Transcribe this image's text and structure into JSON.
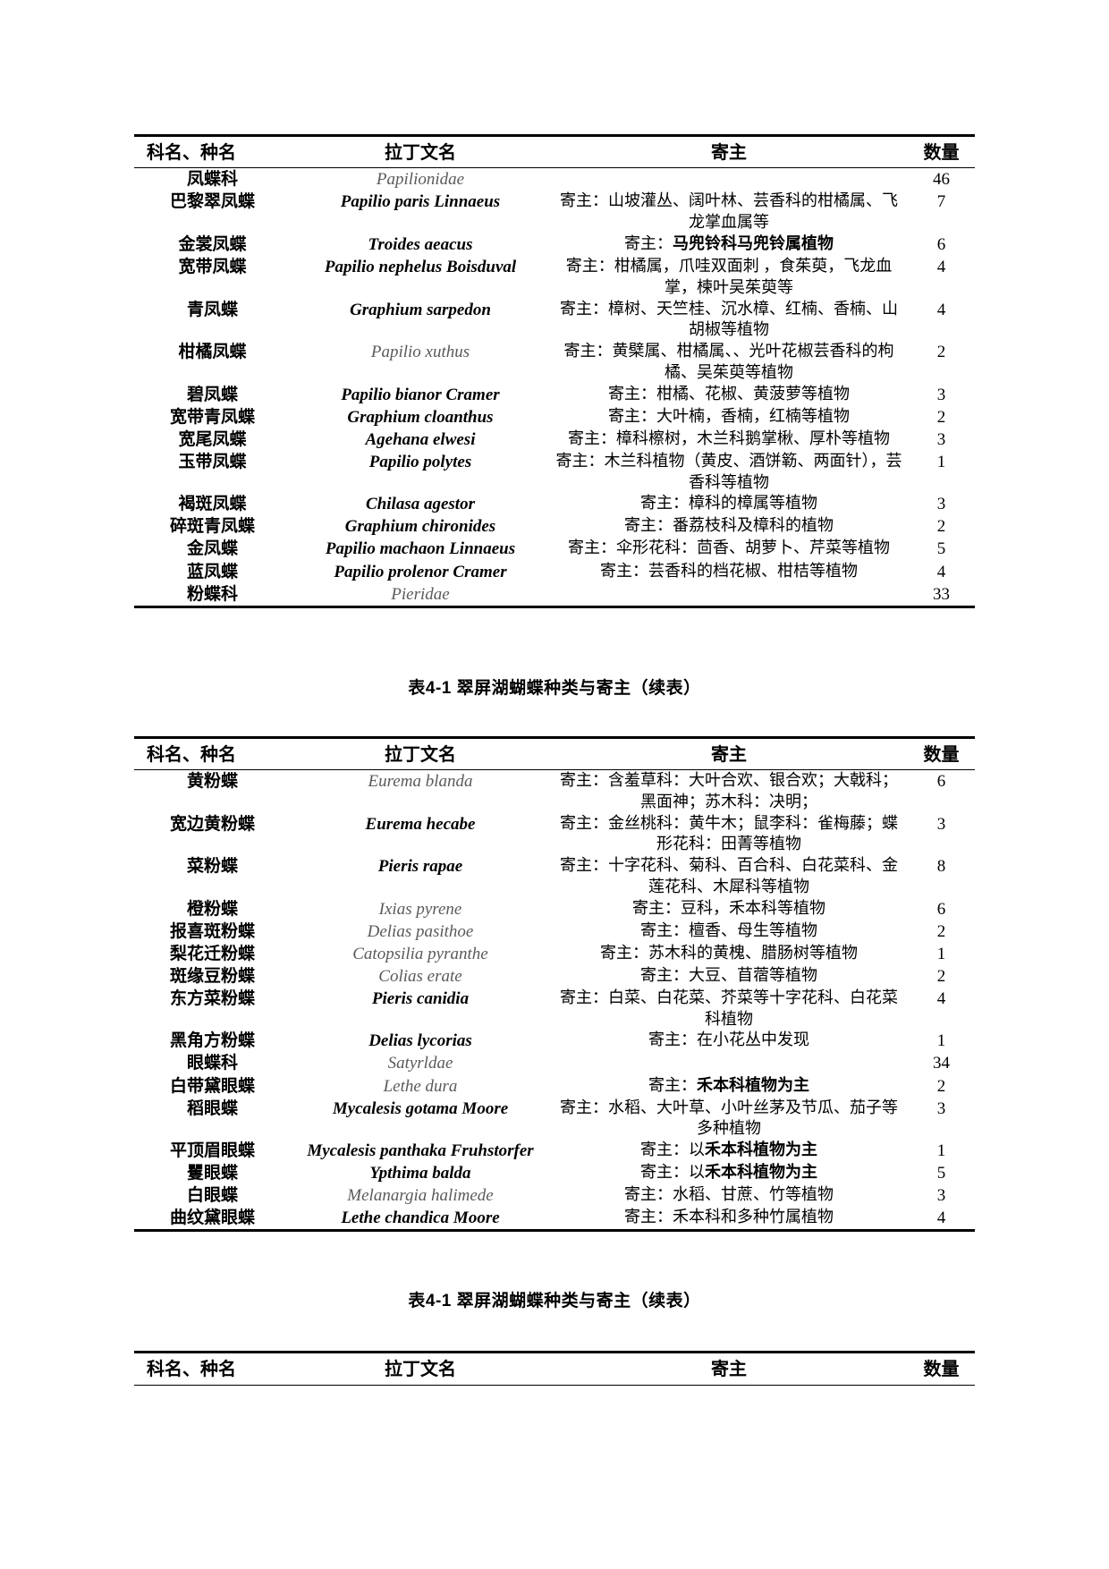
{
  "document": {
    "columns": [
      "科名、种名",
      "拉丁文名",
      "寄主",
      "数量"
    ],
    "caption_mid": "表4-1  翠屏湖蝴蝶种类与寄主（续表）",
    "caption_bottom": "表4-1  翠屏湖蝴蝶种类与寄主（续表）"
  },
  "table1": {
    "rows": [
      {
        "name": "凤蝶科",
        "latin": "Papilionidae",
        "latin_style": "grey",
        "host": "",
        "count": "46"
      },
      {
        "name": "巴黎翠凤蝶",
        "latin": "Papilio paris Linnaeus",
        "latin_style": "bold",
        "host": "寄主：山坡灌丛、阔叶林、芸香科的柑橘属、飞龙掌血属等",
        "count": "7"
      },
      {
        "name": "金裳凤蝶",
        "latin": "Troides aeacus",
        "latin_style": "bold",
        "host": "寄主：马兜铃科马兜铃属植物",
        "host_em": "马兜铃科马兜铃属植物",
        "count": "6"
      },
      {
        "name": "宽带凤蝶",
        "latin": "Papilio nephelus Boisduval",
        "latin_style": "bold",
        "host": "寄主：柑橘属，爪哇双面刺 ，食茱萸，飞龙血掌，楝叶吴茱萸等",
        "count": "4"
      },
      {
        "name": "青凤蝶",
        "latin": "Graphium sarpedon",
        "latin_style": "bold",
        "host": "寄主：樟树、天竺桂、沉水樟、红楠、香楠、山胡椒等植物",
        "count": "4"
      },
      {
        "name": "柑橘凤蝶",
        "latin": "Papilio xuthus",
        "latin_style": "grey",
        "host": "寄主：黄檗属、柑橘属、、光叶花椒芸香科的枸橘、吴茱萸等植物",
        "count": "2"
      },
      {
        "name": "碧凤蝶",
        "latin": "Papilio bianor Cramer",
        "latin_style": "bold",
        "host": "寄主：柑橘、花椒、黄菠萝等植物",
        "count": "3"
      },
      {
        "name": "宽带青凤蝶",
        "latin": "Graphium cloanthus",
        "latin_style": "bold",
        "host": "寄主：大叶楠，香楠，红楠等植物",
        "count": "2"
      },
      {
        "name": "宽尾凤蝶",
        "latin": "Agehana elwesi",
        "latin_style": "bold",
        "host": "寄主：樟科檫树，木兰科鹅掌楸、厚朴等植物",
        "count": "3"
      },
      {
        "name": "玉带凤蝶",
        "latin": "Papilio polytes",
        "latin_style": "bold",
        "host": "寄主：木兰科植物（黄皮、酒饼簕、两面针），芸香科等植物",
        "count": "1"
      },
      {
        "name": "褐斑凤蝶",
        "latin": "Chilasa agestor",
        "latin_style": "bold",
        "host": "寄主：樟科的樟属等植物",
        "count": "3"
      },
      {
        "name": "碎斑青凤蝶",
        "latin": "Graphium chironides",
        "latin_style": "bold",
        "host": "寄主：番荔枝科及樟科的植物",
        "count": "2"
      },
      {
        "name": "金凤蝶",
        "latin": "Papilio machaon Linnaeus",
        "latin_style": "bold",
        "host": "寄主：伞形花科：茴香、胡萝卜、芹菜等植物",
        "count": "5"
      },
      {
        "name": "蓝凤蝶",
        "latin": "Papilio prolenor Cramer",
        "latin_style": "bold",
        "host": "寄主：芸香科的档花椒、柑桔等植物",
        "count": "4"
      },
      {
        "name": "粉蝶科",
        "latin": "Pieridae",
        "latin_style": "grey",
        "host": "",
        "count": "33"
      }
    ]
  },
  "table2": {
    "rows": [
      {
        "name": "黄粉蝶",
        "latin": "Eurema blanda",
        "latin_style": "grey",
        "host": "寄主：含羞草科：大叶合欢、银合欢；大戟科；黑面神；苏木科：决明；",
        "count": "6"
      },
      {
        "name": "宽边黄粉蝶",
        "latin": "Eurema hecabe",
        "latin_style": "bold",
        "host": "寄主：金丝桃科：黄牛木；鼠李科：雀梅藤；蝶形花科：田菁等植物",
        "count": "3"
      },
      {
        "name": "菜粉蝶",
        "latin": "Pieris rapae",
        "latin_style": "bold",
        "host": "寄主：十字花科、菊科、百合科、白花菜科、金莲花科、木犀科等植物",
        "count": "8"
      },
      {
        "name": "橙粉蝶",
        "latin": "Ixias pyrene",
        "latin_style": "grey",
        "host": "寄主：豆科，禾本科等植物",
        "count": "6"
      },
      {
        "name": "报喜斑粉蝶",
        "latin": "Delias pasithoe",
        "latin_style": "grey",
        "host": "寄主：檀香、母生等植物",
        "count": "2"
      },
      {
        "name": "梨花迁粉蝶",
        "latin": "Catopsilia pyranthe",
        "latin_style": "grey",
        "host": "寄主：苏木科的黄槐、腊肠树等植物",
        "count": "1"
      },
      {
        "name": "斑缘豆粉蝶",
        "latin": "Colias erate",
        "latin_style": "grey",
        "host": "寄主：大豆、苜蓿等植物",
        "count": "2"
      },
      {
        "name": "东方菜粉蝶",
        "latin": "Pieris canidia",
        "latin_style": "bold",
        "host": "寄主：白菜、白花菜、芥菜等十字花科、白花菜科植物",
        "count": "4"
      },
      {
        "name": "黑角方粉蝶",
        "latin": "Delias lycorias",
        "latin_style": "bold",
        "host": "寄主：在小花丛中发现",
        "count": "1"
      },
      {
        "name": "眼蝶科",
        "latin": "Satyrldae",
        "latin_style": "grey",
        "host": "",
        "count": "34"
      },
      {
        "name": "白带黛眼蝶",
        "latin": "Lethe dura",
        "latin_style": "grey",
        "host": "寄主：禾本科植物为主",
        "host_em": "禾本科植物为主",
        "count": "2"
      },
      {
        "name": "稻眼蝶",
        "latin": "Mycalesis gotama Moore",
        "latin_style": "bold",
        "host": "寄主：水稻、大叶草、小叶丝茅及节瓜、茄子等多种植物",
        "count": "3"
      },
      {
        "name": "平顶眉眼蝶",
        "latin": "Mycalesis panthaka Fruhstorfer",
        "latin_style": "bold",
        "host": "寄主：以禾本科植物为主",
        "host_em": "禾本科植物为主",
        "count": "1"
      },
      {
        "name": "矍眼蝶",
        "latin": "Ypthima balda",
        "latin_style": "bold",
        "host": "寄主：以禾本科植物为主",
        "host_em": "禾本科植物为主",
        "count": "5"
      },
      {
        "name": "白眼蝶",
        "latin": "Melanargia halimede",
        "latin_style": "grey",
        "host": "寄主：水稻、甘蔗、竹等植物",
        "count": "3"
      },
      {
        "name": "曲纹黛眼蝶",
        "latin": "Lethe chandica Moore",
        "latin_style": "bold",
        "host": "寄主：禾本科和多种竹属植物",
        "count": "4"
      }
    ]
  },
  "table3": {
    "rows": []
  }
}
